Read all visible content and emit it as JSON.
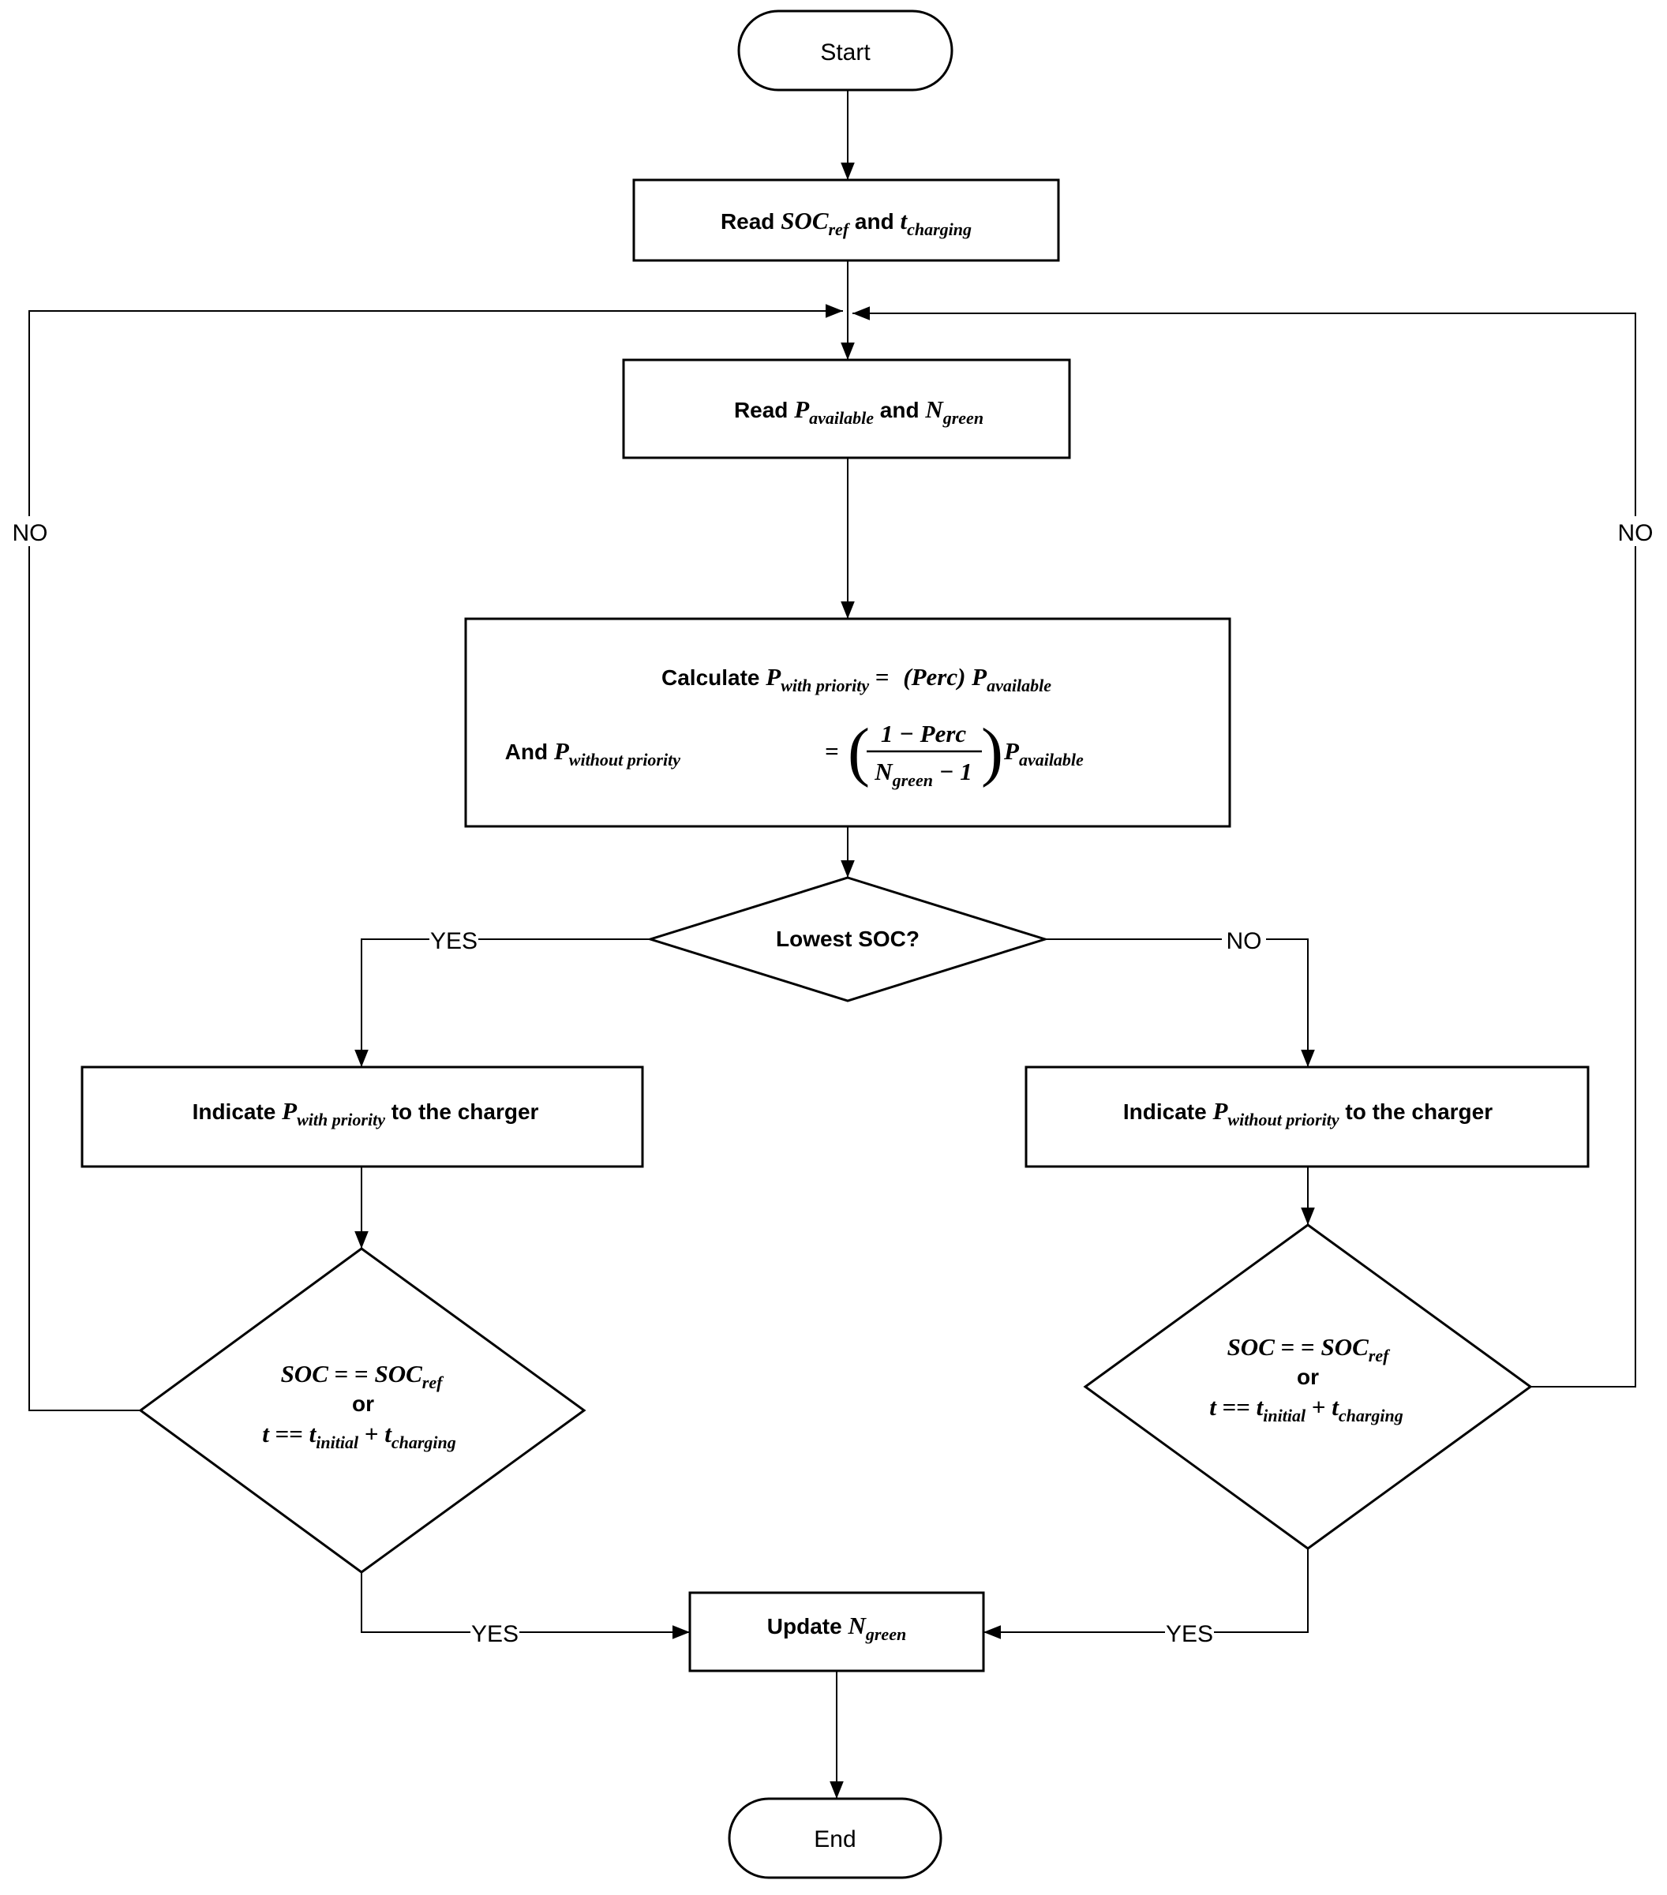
{
  "nodes": {
    "start": "Start",
    "read_ref": {
      "prefix": "Read ",
      "soc": "SOC",
      "soc_sub": "ref",
      "and": " and ",
      "t": "t",
      "t_sub": "charging"
    },
    "read_power": {
      "prefix": "Read ",
      "p": "P",
      "p_sub": "available",
      "and": " and ",
      "n": "N",
      "n_sub": "green"
    },
    "calculate": {
      "line1_prefix": "Calculate ",
      "p1": "P",
      "p1_sub": "with priority",
      "eq1": " = ",
      "perc_paren": "(Perc)",
      "p1b": " P",
      "p1b_sub": "available",
      "line2_prefix": "And ",
      "p2": "P",
      "p2_sub": "without priority",
      "eq2": " = ",
      "numerator": "1 − Perc",
      "denom_n": "N",
      "denom_sub": "green",
      "denom_rest": " − 1",
      "p2b": "P",
      "p2b_sub": "available",
      "lparen": "(",
      "rparen": ")"
    },
    "lowest_soc": "Lowest SOC?",
    "indicate_with": {
      "prefix": "Indicate  ",
      "p": "P",
      "p_sub": "with priority",
      "suffix": "  to the charger"
    },
    "indicate_without": {
      "prefix": "Indicate  ",
      "p": "P",
      "p_sub": "without priority",
      "suffix": "  to the charger"
    },
    "check_left": {
      "soc1": "SOC",
      "eqeq": " = = ",
      "soc2": "SOC",
      "soc2_sub": "ref",
      "or": "or",
      "t": "t",
      "eq": " == ",
      "t1": "t",
      "t1_sub": "initial",
      "plus": " + ",
      "t2": "t",
      "t2_sub": "charging"
    },
    "check_right": {
      "soc1": "SOC",
      "eqeq": " = = ",
      "soc2": "SOC",
      "soc2_sub": "ref",
      "or": "or",
      "t": "t",
      "eq": " == ",
      "t1": "t",
      "t1_sub": "initial",
      "plus": " + ",
      "t2": "t",
      "t2_sub": "charging"
    },
    "update": {
      "prefix": "Update  ",
      "n": "N",
      "n_sub": "green"
    },
    "end": "End"
  },
  "edge_labels": {
    "yes_left": "YES",
    "no_right": "NO",
    "no_left_loop": "NO",
    "no_right_loop": "NO",
    "yes_bottom_left": "YES",
    "yes_bottom_right": "YES"
  }
}
